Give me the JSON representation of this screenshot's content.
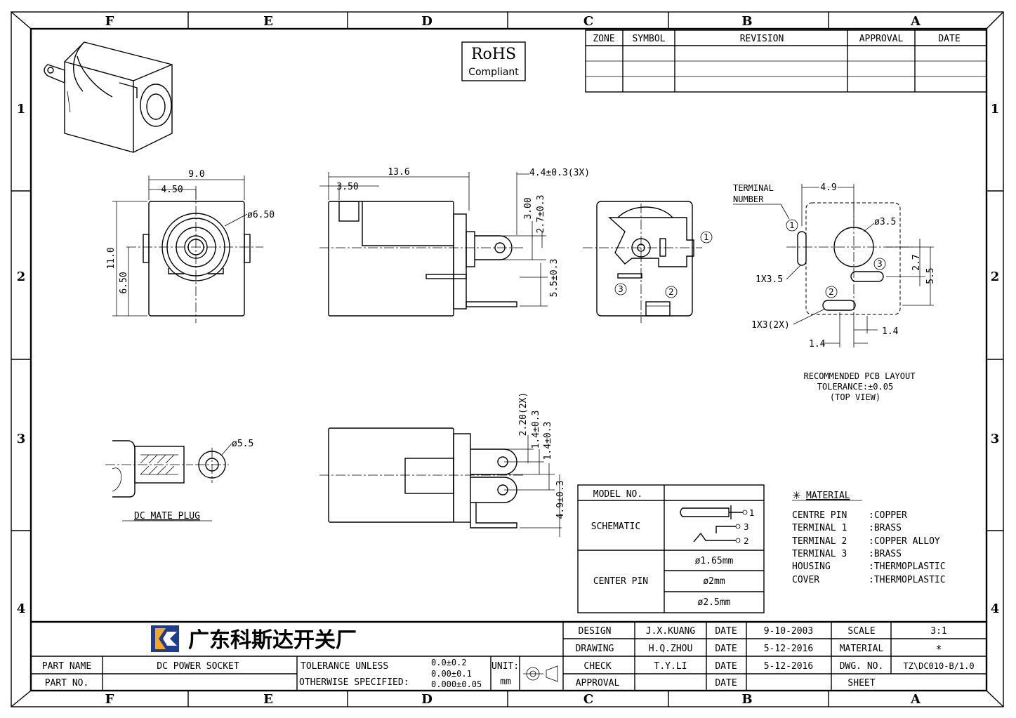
{
  "border": {
    "columns": [
      "F",
      "E",
      "D",
      "C",
      "B",
      "A"
    ],
    "rows": [
      "1",
      "2",
      "3",
      "4"
    ]
  },
  "revision_table": {
    "headers": [
      "ZONE",
      "SYMBOL",
      "REVISION",
      "APPROVAL",
      "DATE"
    ]
  },
  "rohs": {
    "line1": "RoHS",
    "line2": "Compliant"
  },
  "front_view": {
    "width": "9.0",
    "half_width": "4.50",
    "diameter": "ø6.50",
    "height": "11.0",
    "center_height": "6.50"
  },
  "side_view": {
    "length": "13.6",
    "depth": "3.50",
    "terminal_width": "4.4±0.3(3X)",
    "dim_3": "3.00",
    "dim_27": "2.7±0.3",
    "dim_55": "5.5±0.3"
  },
  "rear_view": {
    "t1": "1",
    "t2": "2",
    "t3": "3"
  },
  "pcb": {
    "terminal_label_1": "TERMINAL",
    "terminal_label_2": "NUMBER",
    "dim_49": "4.9",
    "hole": "ø3.5",
    "slot_1": "1X3.5",
    "slot_2": "1X3(2X)",
    "dim_27": "2.7",
    "dim_55": "5.5",
    "dim_14a": "1.4",
    "dim_14b": "1.4",
    "t1": "1",
    "t2": "2",
    "t3": "3",
    "caption_1": "RECOMMENDED PCB LAYOUT",
    "caption_2": "TOLERANCE:±0.05",
    "caption_3": "(TOP VIEW)"
  },
  "plug": {
    "diameter": "ø5.5",
    "label": "DC MATE PLUG"
  },
  "bottom_view": {
    "dim_220": "2.20(2X)",
    "dim_14a": "1.4±0.3",
    "dim_14b": "1.4±0.3",
    "dim_49": "4.9±0.3"
  },
  "model_table": {
    "model_no": "MODEL NO.",
    "schematic": "SCHEMATIC",
    "center_pin": "CENTER PIN",
    "pin_sizes": [
      "ø1.65mm",
      "ø2mm",
      "ø2.5mm"
    ],
    "sch_1": "1",
    "sch_2": "2",
    "sch_3": "3"
  },
  "material": {
    "title": "MATERIAL",
    "rows": [
      {
        "part": "CENTRE PIN",
        "value": ":COPPER"
      },
      {
        "part": "TERMINAL 1",
        "value": ":BRASS"
      },
      {
        "part": "TERMINAL 2",
        "value": ":COPPER ALLOY"
      },
      {
        "part": "TERMINAL 3",
        "value": ":BRASS"
      },
      {
        "part": "HOUSING",
        "value": ":THERMOPLASTIC"
      },
      {
        "part": "COVER",
        "value": ":THERMOPLASTIC"
      }
    ]
  },
  "title_block": {
    "company": "广东科斯达开关厂",
    "part_name_label": "PART NAME",
    "part_name": "DC POWER SOCKET",
    "part_no_label": "PART NO.",
    "tolerance_1": "TOLERANCE UNLESS",
    "tolerance_2": "OTHERWISE SPECIFIED:",
    "tol_a": "0.0±0.2",
    "tol_b": "0.00±0.1",
    "tol_c": "0.000±0.05",
    "unit_label": "UNIT:",
    "unit": "mm",
    "design_label": "DESIGN",
    "design": "J.X.KUANG",
    "drawing_label": "DRAWING",
    "drawing": "H.Q.ZHOU",
    "check_label": "CHECK",
    "check": "T.Y.LI",
    "approval_label": "APPROVAL",
    "date_label": "DATE",
    "date_design": "9-10-2003",
    "date_drawing": "5-12-2016",
    "date_check": "5-12-2016",
    "scale_label": "SCALE",
    "scale": "3:1",
    "material_label": "MATERIAL",
    "material": "*",
    "dwg_label": "DWG. NO.",
    "dwg": "TZ\\DC010-B/1.0",
    "sheet_label": "SHEET"
  }
}
